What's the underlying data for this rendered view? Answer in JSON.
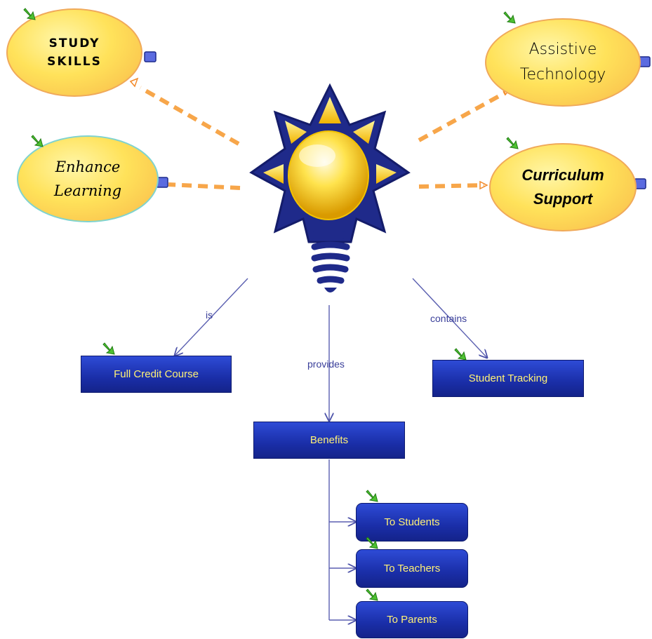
{
  "ideas": {
    "study_skills": "STUDY SKILLS",
    "enhance_learning": "Enhance Learning",
    "assistive_technology": "Assistive Technology",
    "curriculum_support": "Curriculum Support"
  },
  "links": {
    "is": "is",
    "provides": "provides",
    "contains": "contains"
  },
  "boxes": {
    "full_credit_course": "Full Credit Course",
    "benefits": "Benefits",
    "student_tracking": "Student Tracking",
    "to_students": "To Students",
    "to_teachers": "To Teachers",
    "to_parents": "To Parents"
  },
  "colors": {
    "box_fill": "#1f36b8",
    "box_text": "#fff176",
    "dashed_link": "#f7a64a",
    "connector": "#5a5fb0",
    "bulb_outline": "#1f2a8a"
  },
  "icons": [
    "bulb-icon",
    "green-arrow-icon",
    "note-icon"
  ]
}
